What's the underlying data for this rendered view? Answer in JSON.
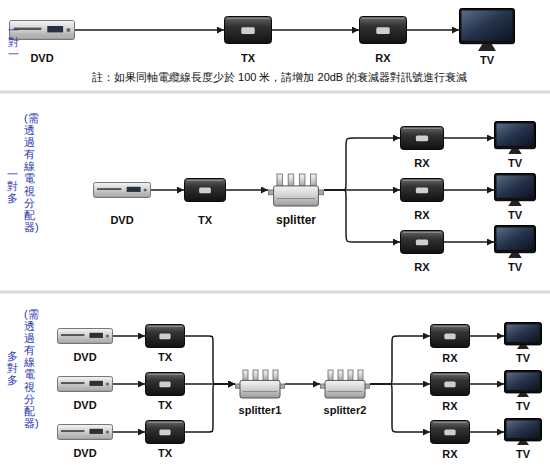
{
  "diagram": {
    "nodes": [
      {
        "text": [
          "DVD"
        ]
      },
      {
        "text": [
          "TX"
        ]
      },
      {
        "text": [
          "RX"
        ]
      },
      {
        "text": [
          "TV"
        ]
      },
      {
        "text": [
          "DVD"
        ]
      },
      {
        "text": [
          "TX"
        ]
      },
      {
        "text": [
          "splitter"
        ]
      },
      {
        "text": [
          "RX"
        ]
      },
      {
        "text": [
          "TV"
        ]
      },
      {
        "text": [
          "RX"
        ]
      },
      {
        "text": [
          "TV"
        ]
      },
      {
        "text": [
          "RX"
        ]
      },
      {
        "text": [
          "TV"
        ]
      },
      {
        "text": [
          "DVD"
        ]
      },
      {
        "text": [
          "TX"
        ]
      },
      {
        "text": [
          "DVD"
        ]
      },
      {
        "text": [
          "TX"
        ]
      },
      {
        "text": [
          "DVD"
        ]
      },
      {
        "text": [
          "TX"
        ]
      },
      {
        "text": [
          "splitter1"
        ]
      },
      {
        "text": [
          "splitter2"
        ]
      },
      {
        "text": [
          "RX"
        ]
      },
      {
        "text": [
          "TV"
        ]
      },
      {
        "text": [
          "RX"
        ]
      },
      {
        "text": [
          "TV"
        ]
      },
      {
        "text": [
          "RX"
        ]
      },
      {
        "text": [
          "TV"
        ]
      }
    ],
    "edges": [
      {
        "from": 0,
        "to": 1,
        "arrow": "to"
      },
      {
        "from": 1,
        "to": 2,
        "arrow": "to"
      },
      {
        "from": 2,
        "to": 3,
        "arrow": "to"
      },
      {
        "from": 4,
        "to": 5,
        "arrow": "to"
      },
      {
        "from": 5,
        "to": 6,
        "arrow": "to"
      },
      {
        "from": 6,
        "to": 7,
        "arrow": "to"
      },
      {
        "from": 6,
        "to": 9,
        "arrow": "to"
      },
      {
        "from": 6,
        "to": 11,
        "arrow": "to"
      },
      {
        "from": 7,
        "to": 8,
        "arrow": "to"
      },
      {
        "from": 9,
        "to": 10,
        "arrow": "to"
      },
      {
        "from": 11,
        "to": 12,
        "arrow": "to"
      },
      {
        "from": 13,
        "to": 14,
        "arrow": "to"
      },
      {
        "from": 15,
        "to": 16,
        "arrow": "to"
      },
      {
        "from": 17,
        "to": 18,
        "arrow": "to"
      },
      {
        "from": 14,
        "to": 19,
        "arrow": "to"
      },
      {
        "from": 16,
        "to": 19,
        "arrow": "to"
      },
      {
        "from": 18,
        "to": 19,
        "arrow": "to"
      },
      {
        "from": 19,
        "to": 20,
        "arrow": "to"
      },
      {
        "from": 20,
        "to": 21,
        "arrow": "to"
      },
      {
        "from": 20,
        "to": 23,
        "arrow": "to"
      },
      {
        "from": 20,
        "to": 25,
        "arrow": "to"
      },
      {
        "from": 21,
        "to": 22,
        "arrow": "to"
      },
      {
        "from": 23,
        "to": 24,
        "arrow": "to"
      },
      {
        "from": 25,
        "to": 26,
        "arrow": "to"
      }
    ],
    "labels": [
      "一對一",
      "註：如果同軸電纜線長度少於 100 米，請增加 20dB 的衰減器對訊號進行衰減",
      "一對多",
      "(需透過有線電視分配器)",
      "多對多",
      "(需透過有線電視分配器)"
    ]
  }
}
